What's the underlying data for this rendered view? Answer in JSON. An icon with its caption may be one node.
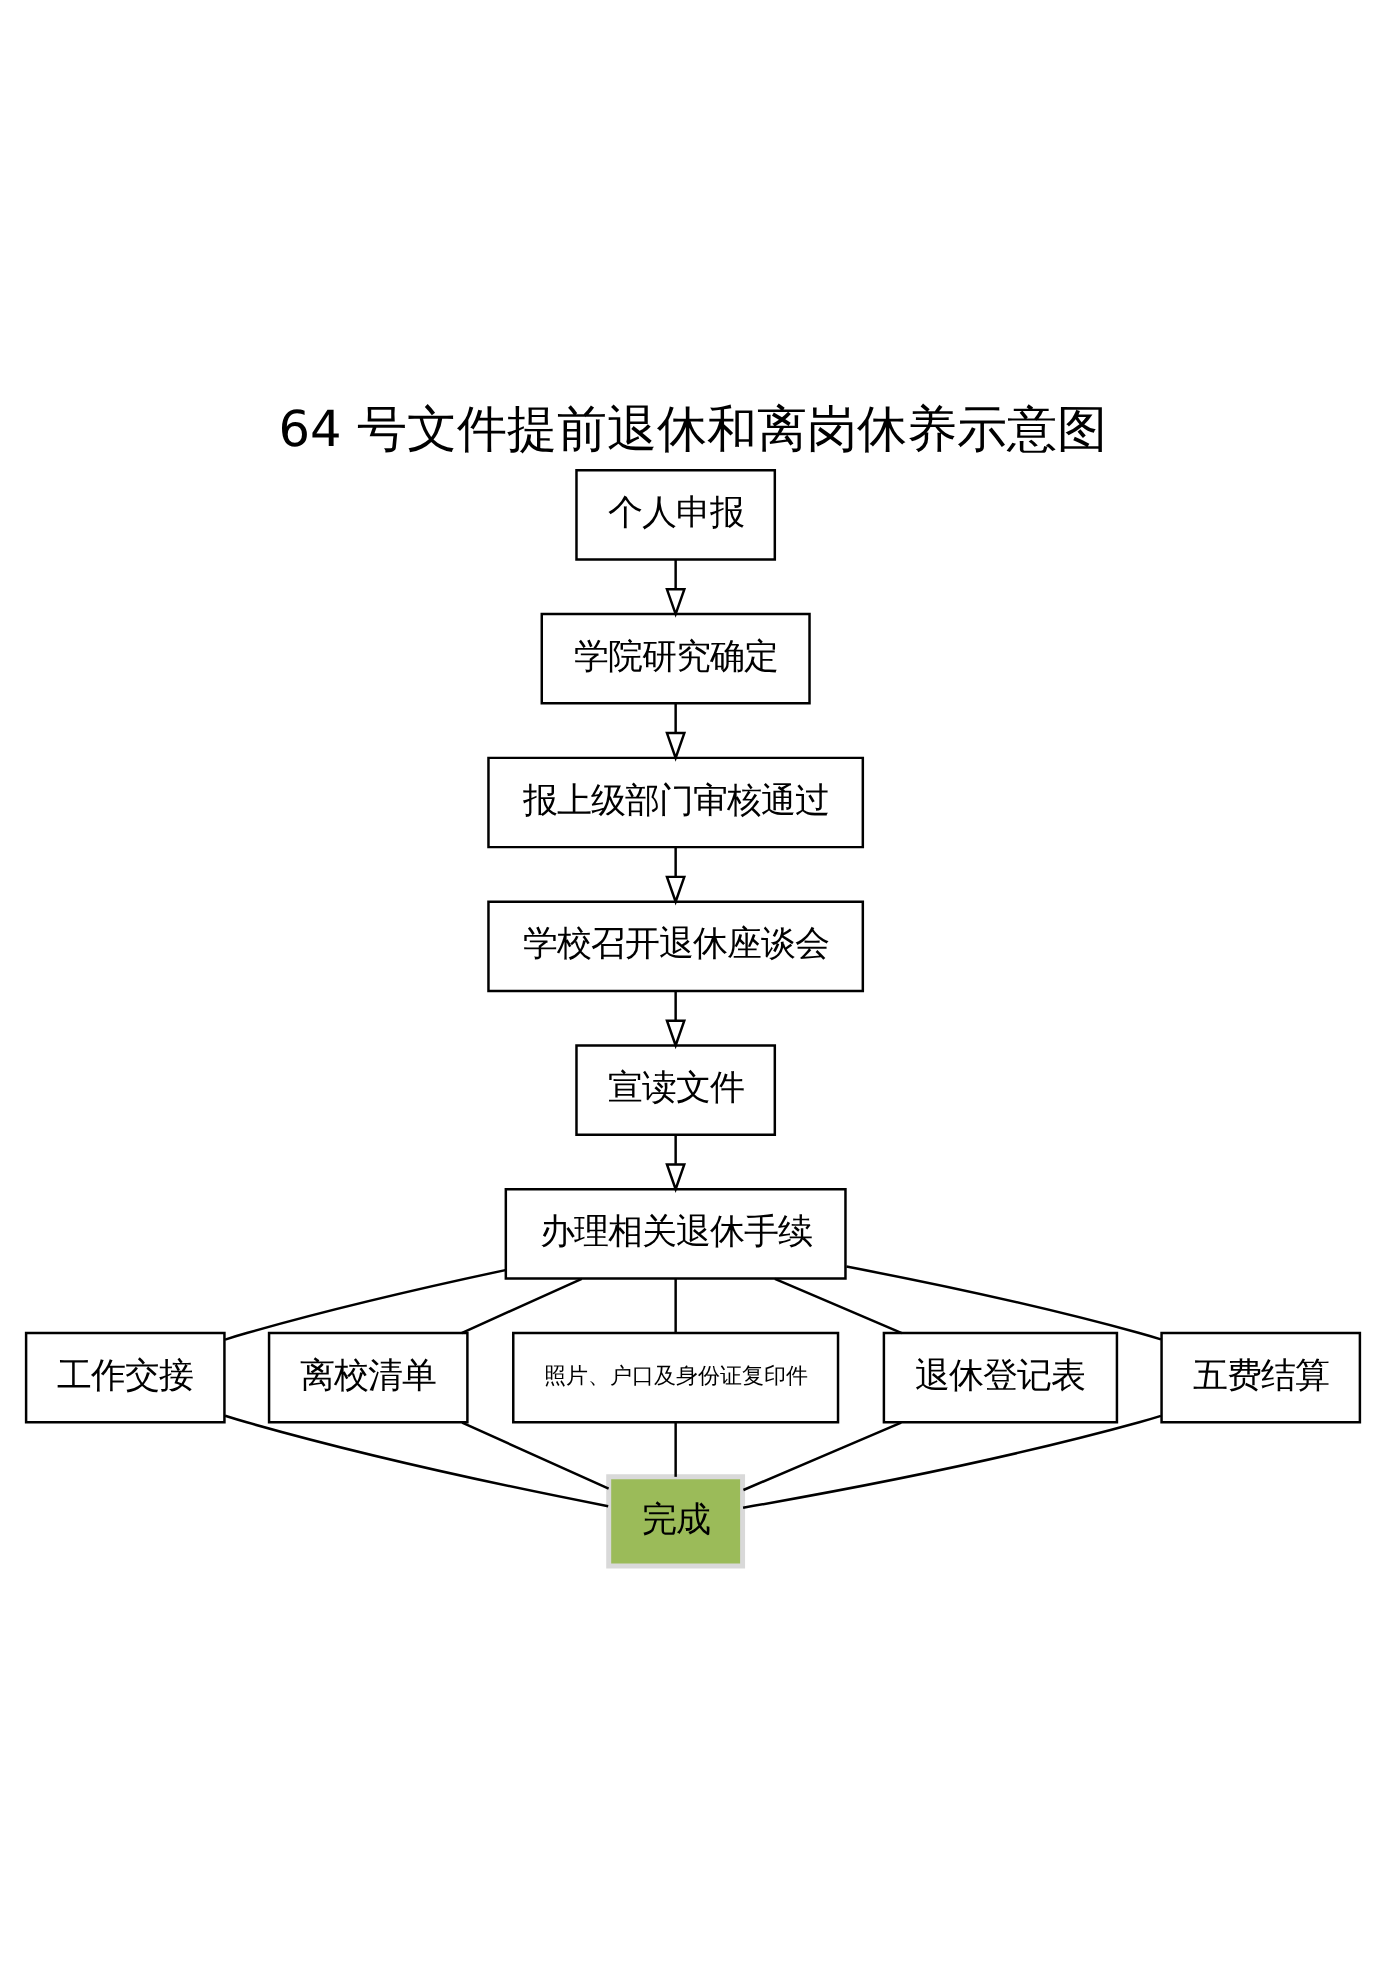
{
  "diagram": {
    "title": "64 号文件提前退休和离岗休养示意图",
    "nodes": [
      {
        "text": [
          "个人申报"
        ]
      },
      {
        "text": [
          "学院研究确定"
        ]
      },
      {
        "text": [
          "报上级部门审核通过"
        ]
      },
      {
        "text": [
          "学校召开退休座谈会"
        ]
      },
      {
        "text": [
          "宣读文件"
        ]
      },
      {
        "text": [
          "办理相关退休手续"
        ]
      },
      {
        "text": [
          "工作交接"
        ]
      },
      {
        "text": [
          "离校清单"
        ]
      },
      {
        "text": [
          "照片、户口及身份证复印件"
        ]
      },
      {
        "text": [
          "退休登记表"
        ]
      },
      {
        "text": [
          "五费结算"
        ]
      },
      {
        "text": [
          "完成"
        ]
      }
    ],
    "edges": [
      {
        "from": 0,
        "to": 1,
        "arrow": "to"
      },
      {
        "from": 1,
        "to": 2,
        "arrow": "to"
      },
      {
        "from": 2,
        "to": 3,
        "arrow": "to"
      },
      {
        "from": 3,
        "to": 4,
        "arrow": "to"
      },
      {
        "from": 4,
        "to": 5,
        "arrow": "to"
      },
      {
        "from": 5,
        "to": 6,
        "arrow": "none"
      },
      {
        "from": 5,
        "to": 7,
        "arrow": "none"
      },
      {
        "from": 5,
        "to": 8,
        "arrow": "none"
      },
      {
        "from": 5,
        "to": 9,
        "arrow": "none"
      },
      {
        "from": 5,
        "to": 10,
        "arrow": "none"
      },
      {
        "from": 6,
        "to": 11,
        "arrow": "none"
      },
      {
        "from": 7,
        "to": 11,
        "arrow": "none"
      },
      {
        "from": 8,
        "to": 11,
        "arrow": "none"
      },
      {
        "from": 9,
        "to": 11,
        "arrow": "none"
      },
      {
        "from": 10,
        "to": 11,
        "arrow": "none"
      }
    ]
  }
}
